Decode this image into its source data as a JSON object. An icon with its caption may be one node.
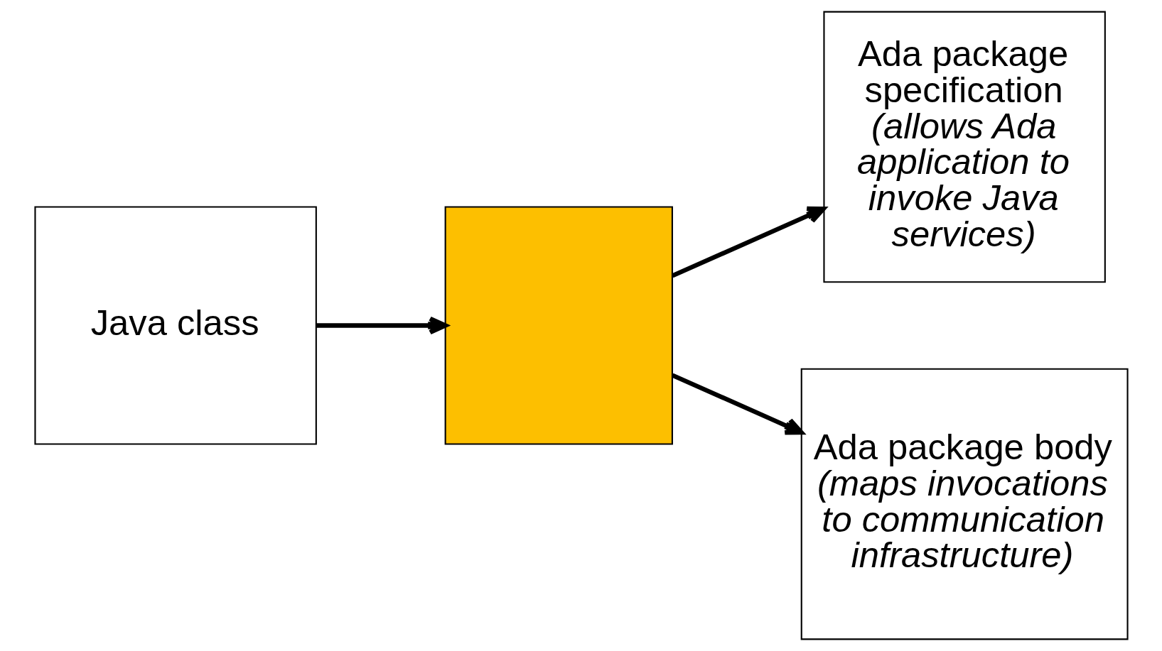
{
  "diagram": {
    "nodes": [
      {
        "text": [
          "Java class"
        ]
      },
      {
        "text": [],
        "shape": "box"
      },
      {
        "text": [
          "Ada package specification",
          "(allows Ada application to invoke Java services)"
        ]
      },
      {
        "text": [
          "Ada package body",
          "(maps invocations to communication infrastructure)"
        ]
      }
    ],
    "edges": [
      {
        "from": 0,
        "to": 1,
        "arrow": "to"
      },
      {
        "from": 1,
        "to": 2,
        "arrow": "to"
      },
      {
        "from": 1,
        "to": 3,
        "arrow": "to"
      }
    ]
  }
}
